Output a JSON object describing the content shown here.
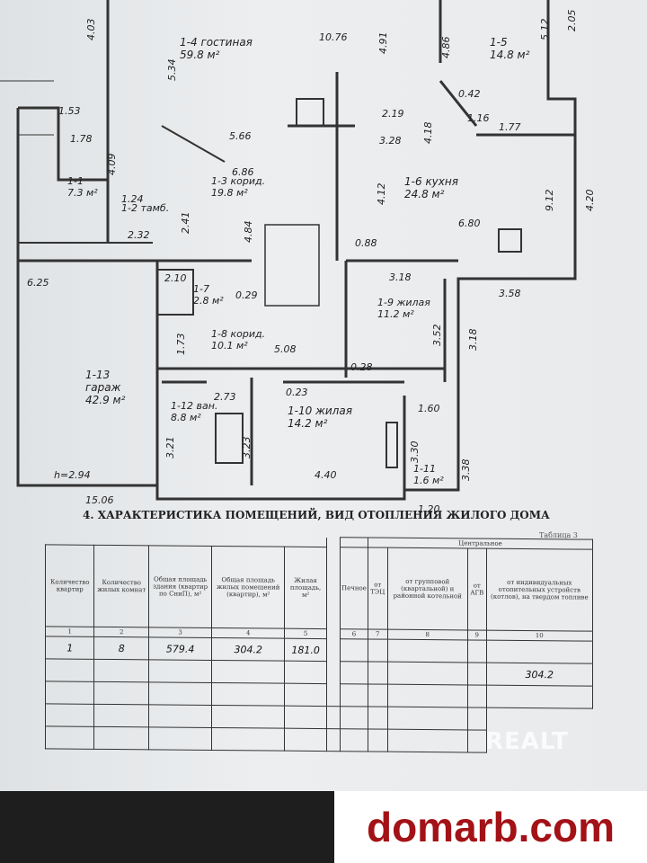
{
  "plan": {
    "rooms": [
      {
        "id": "1-4",
        "name": "гостиная",
        "area": "59.8 м²"
      },
      {
        "id": "1-5",
        "name": "",
        "area": "14.8 м²"
      },
      {
        "id": "1-1",
        "name": "",
        "area": "7.3 м²"
      },
      {
        "id": "1-2",
        "name": "тамб.",
        "area": ""
      },
      {
        "id": "1-3",
        "name": "корид.",
        "area": "19.8 м²"
      },
      {
        "id": "1-6",
        "name": "кухня",
        "area": "24.8 м²"
      },
      {
        "id": "1-7",
        "name": "",
        "area": "2.8 м²"
      },
      {
        "id": "1-8",
        "name": "корид.",
        "area": "10.1 м²"
      },
      {
        "id": "1-9",
        "name": "жилая",
        "area": "11.2 м²"
      },
      {
        "id": "1-10",
        "name": "жилая",
        "area": "14.2 м²"
      },
      {
        "id": "1-11",
        "name": "",
        "area": "1.6 м²"
      },
      {
        "id": "1-12",
        "name": "ван.",
        "area": "8.8 м²"
      },
      {
        "id": "1-13",
        "name": "гараж",
        "area": "42.9 м²"
      }
    ],
    "dims": [
      "4.03",
      "5.34",
      "10.76",
      "4.91",
      "4.86",
      "5.12",
      "2.05",
      "1.53",
      "1.78",
      "4.09",
      "5.66",
      "6.86",
      "2.19",
      "0.42",
      "1.16",
      "1.77",
      "3.28",
      "4.18",
      "4.12",
      "9.12",
      "4.20",
      "1.24",
      "2.32",
      "2.41",
      "4.84",
      "6.80",
      "0.88",
      "6.25",
      "2.10",
      "0.29",
      "3.18",
      "3.58",
      "1.73",
      "5.08",
      "3.52",
      "3.18",
      "0.28",
      "0.23",
      "2.73",
      "1.60",
      "3.21",
      "3.23",
      "3.30",
      "3.38",
      "4.40",
      "h=2.94",
      "15.06",
      "1.20"
    ]
  },
  "table": {
    "title": "4. ХАРАКТЕРИСТИКА ПОМЕЩЕНИЙ, ВИД ОТОПЛЕНИЯ ЖИЛОГО ДОМА",
    "table_no": "Таблица 3",
    "group_header": "Центральное",
    "headers": [
      "Количество квартир",
      "Количество жилых комнат",
      "Общая площадь здания (квартир по СниП), м²",
      "Общая площадь жилых помещений (квартир), м²",
      "Жилая площадь, м²",
      "Печное",
      "от ТЭЦ",
      "от групповой (квартальной) и районной котельной",
      "от АГВ",
      "от индивидуальных отопительных устройств (котлов), на твердом топливе"
    ],
    "col_numbers": [
      "1",
      "2",
      "3",
      "4",
      "5",
      "6",
      "7",
      "8",
      "9",
      "10"
    ],
    "row1": [
      "1",
      "8",
      "579.4",
      "304.2",
      "181.0"
    ],
    "row2_col10": "304.2"
  },
  "watermark": "REALT",
  "brand": "domarb.com"
}
